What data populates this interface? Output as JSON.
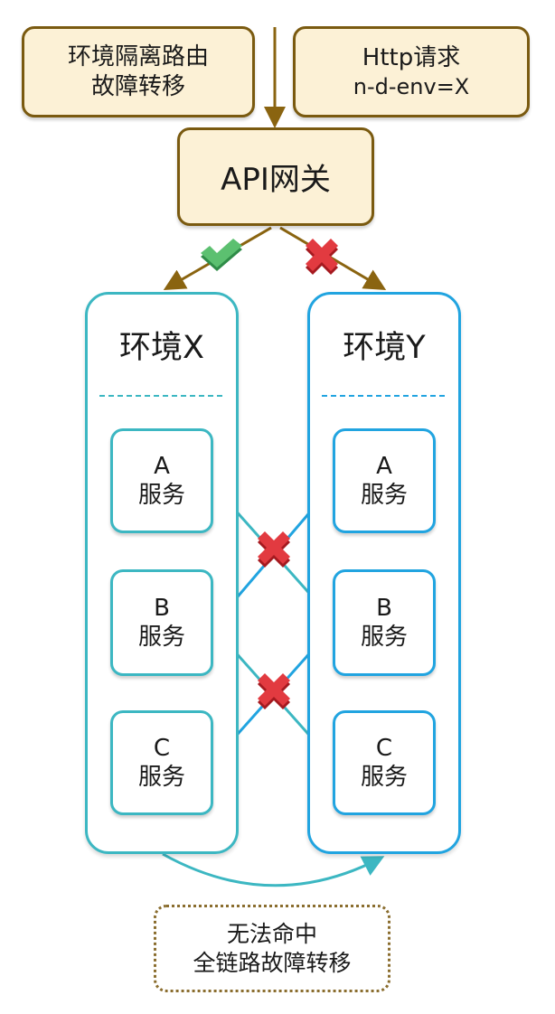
{
  "failover_box": {
    "line1": "环境隔离路由",
    "line2": "故障转移"
  },
  "http_box": {
    "line1": "Http请求",
    "line2": "n-d-env=X"
  },
  "gateway": {
    "label": "API网关"
  },
  "env_x": {
    "title": "环境X",
    "services": [
      {
        "letter": "A",
        "label": "服务"
      },
      {
        "letter": "B",
        "label": "服务"
      },
      {
        "letter": "C",
        "label": "服务"
      }
    ]
  },
  "env_y": {
    "title": "环境Y",
    "services": [
      {
        "letter": "A",
        "label": "服务"
      },
      {
        "letter": "B",
        "label": "服务"
      },
      {
        "letter": "C",
        "label": "服务"
      }
    ]
  },
  "bottom_box": {
    "line1": "无法命中",
    "line2": "全链路故障转移"
  },
  "colors": {
    "gold": "#8a6410",
    "teal": "#3cb7c2",
    "blue": "#21a4e0",
    "check_green": "#3aa45a",
    "cross_red": "#d8262e"
  }
}
